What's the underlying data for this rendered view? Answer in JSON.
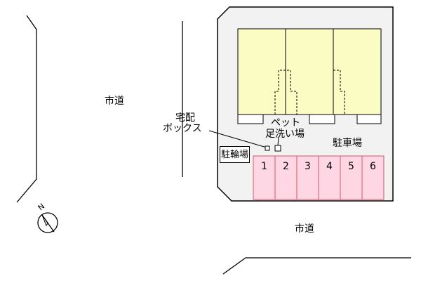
{
  "roads": {
    "left_road_label": "市道",
    "bottom_road_label": "市道"
  },
  "features": {
    "delivery_box_label_line1": "宅配",
    "delivery_box_label_line2": "ボックス",
    "pet_wash_label_line1": "ペット",
    "pet_wash_label_line2": "足洗い場",
    "parking_label": "駐車場",
    "bicycle_parking_label": "駐輪場"
  },
  "parking_spaces": [
    "1",
    "2",
    "3",
    "4",
    "5",
    "6"
  ],
  "compass": {
    "north_label": "N"
  },
  "colors": {
    "site_fill": "#f2f2f2",
    "building_fill": "#fbfbc4",
    "parking_fill": "#ffd6e4",
    "parking_stroke": "#d0556f"
  }
}
